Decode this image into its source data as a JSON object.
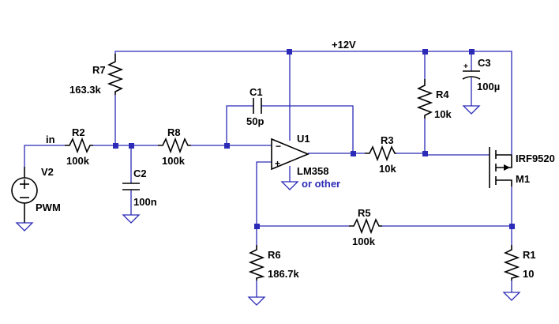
{
  "net_labels": {
    "supply": "+12V",
    "input": "in"
  },
  "components": {
    "r7": {
      "name": "R7",
      "value": "163.3k"
    },
    "r2": {
      "name": "R2",
      "value": "100k"
    },
    "r8": {
      "name": "R8",
      "value": "100k"
    },
    "c1": {
      "name": "C1",
      "value": "50p"
    },
    "c2": {
      "name": "C2",
      "value": "100n"
    },
    "c3": {
      "name": "C3",
      "value": "100µ"
    },
    "r4": {
      "name": "R4",
      "value": "10k"
    },
    "r3": {
      "name": "R3",
      "value": "10k"
    },
    "u1": {
      "name": "U1",
      "value": "LM358",
      "note": "or other"
    },
    "m1": {
      "name": "M1",
      "value": "IRF9520"
    },
    "r5": {
      "name": "R5",
      "value": "100k"
    },
    "r6": {
      "name": "R6",
      "value": "186.7k"
    },
    "r1": {
      "name": "R1",
      "value": "10"
    },
    "v2": {
      "name": "V2",
      "value": "PWM"
    }
  },
  "colors": {
    "wire": "#2b2bb8",
    "component": "#000000",
    "background": "#ffffff"
  }
}
